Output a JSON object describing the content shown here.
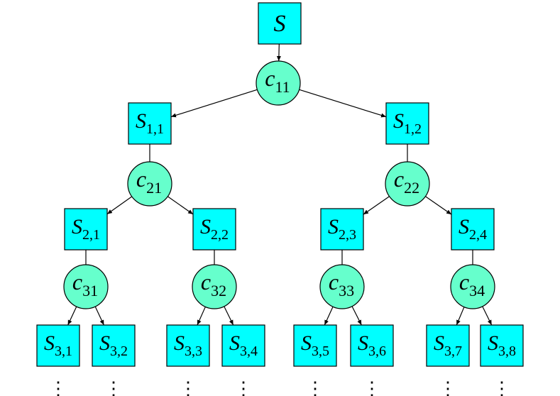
{
  "diagram": {
    "root": {
      "base": "S",
      "sub": ""
    },
    "chance_nodes": [
      {
        "id": "c11",
        "base": "c",
        "sub": "11"
      },
      {
        "id": "c21",
        "base": "c",
        "sub": "21"
      },
      {
        "id": "c22",
        "base": "c",
        "sub": "22"
      },
      {
        "id": "c31",
        "base": "c",
        "sub": "31"
      },
      {
        "id": "c32",
        "base": "c",
        "sub": "32"
      },
      {
        "id": "c33",
        "base": "c",
        "sub": "33"
      },
      {
        "id": "c34",
        "base": "c",
        "sub": "34"
      }
    ],
    "state_nodes": [
      {
        "id": "S11",
        "base": "S",
        "sub": "1,1"
      },
      {
        "id": "S12",
        "base": "S",
        "sub": "1,2"
      },
      {
        "id": "S21",
        "base": "S",
        "sub": "2,1"
      },
      {
        "id": "S22",
        "base": "S",
        "sub": "2,2"
      },
      {
        "id": "S23",
        "base": "S",
        "sub": "2,3"
      },
      {
        "id": "S24",
        "base": "S",
        "sub": "2,4"
      },
      {
        "id": "S31",
        "base": "S",
        "sub": "3,1"
      },
      {
        "id": "S32",
        "base": "S",
        "sub": "3,2"
      },
      {
        "id": "S33",
        "base": "S",
        "sub": "3,3"
      },
      {
        "id": "S34",
        "base": "S",
        "sub": "3,4"
      },
      {
        "id": "S35",
        "base": "S",
        "sub": "3,5"
      },
      {
        "id": "S36",
        "base": "S",
        "sub": "3,6"
      },
      {
        "id": "S37",
        "base": "S",
        "sub": "3,7"
      },
      {
        "id": "S38",
        "base": "S",
        "sub": "3,8"
      }
    ],
    "edges": [
      [
        "root",
        "c11"
      ],
      [
        "c11",
        "S11"
      ],
      [
        "c11",
        "S12"
      ],
      [
        "S11",
        "c21"
      ],
      [
        "S12",
        "c22"
      ],
      [
        "c21",
        "S21"
      ],
      [
        "c21",
        "S22"
      ],
      [
        "c22",
        "S23"
      ],
      [
        "c22",
        "S24"
      ],
      [
        "S21",
        "c31"
      ],
      [
        "S22",
        "c32"
      ],
      [
        "S23",
        "c33"
      ],
      [
        "S24",
        "c34"
      ],
      [
        "c31",
        "S31"
      ],
      [
        "c31",
        "S32"
      ],
      [
        "c32",
        "S33"
      ],
      [
        "c32",
        "S34"
      ],
      [
        "c33",
        "S35"
      ],
      [
        "c33",
        "S36"
      ],
      [
        "c34",
        "S37"
      ],
      [
        "c34",
        "S38"
      ]
    ],
    "continuation": "⋮"
  }
}
